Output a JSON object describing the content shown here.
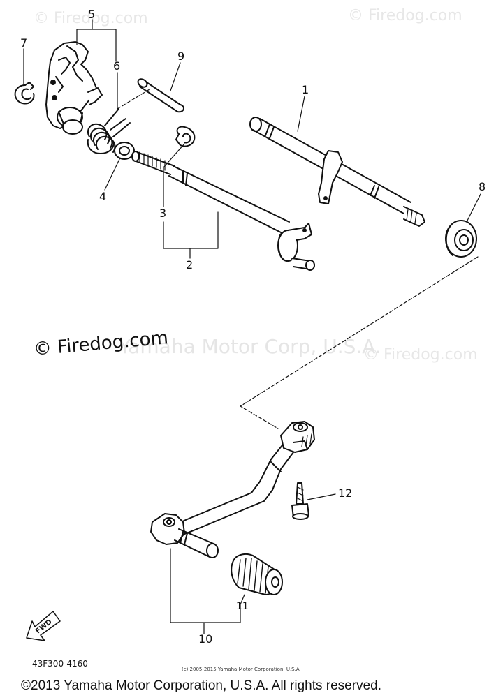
{
  "watermarks": {
    "top_left": "© Firedog.com",
    "top_right": "© Firedog.com",
    "middle_right": "© Firedog.com",
    "center": "Yamaha Motor Corp, U.S.A."
  },
  "firedog_label": "© Firedog.com",
  "part_labels": {
    "p1": "1",
    "p2": "2",
    "p3": "3",
    "p4": "4",
    "p5": "5",
    "p6": "6",
    "p7": "7",
    "p8": "8",
    "p9": "9",
    "p10": "10",
    "p11": "11",
    "p12": "12"
  },
  "fwd_label": "FWD",
  "part_code": "43F300-4160",
  "tiny_copyright": "(c) 2005-2015 Yamaha Motor Corporation, U.S.A.",
  "copyright": "©2013 Yamaha Motor Corporation, U.S.A. All rights reserved.",
  "colors": {
    "ink": "#111111",
    "watermark": "#e7e7e7",
    "background": "#ffffff"
  }
}
